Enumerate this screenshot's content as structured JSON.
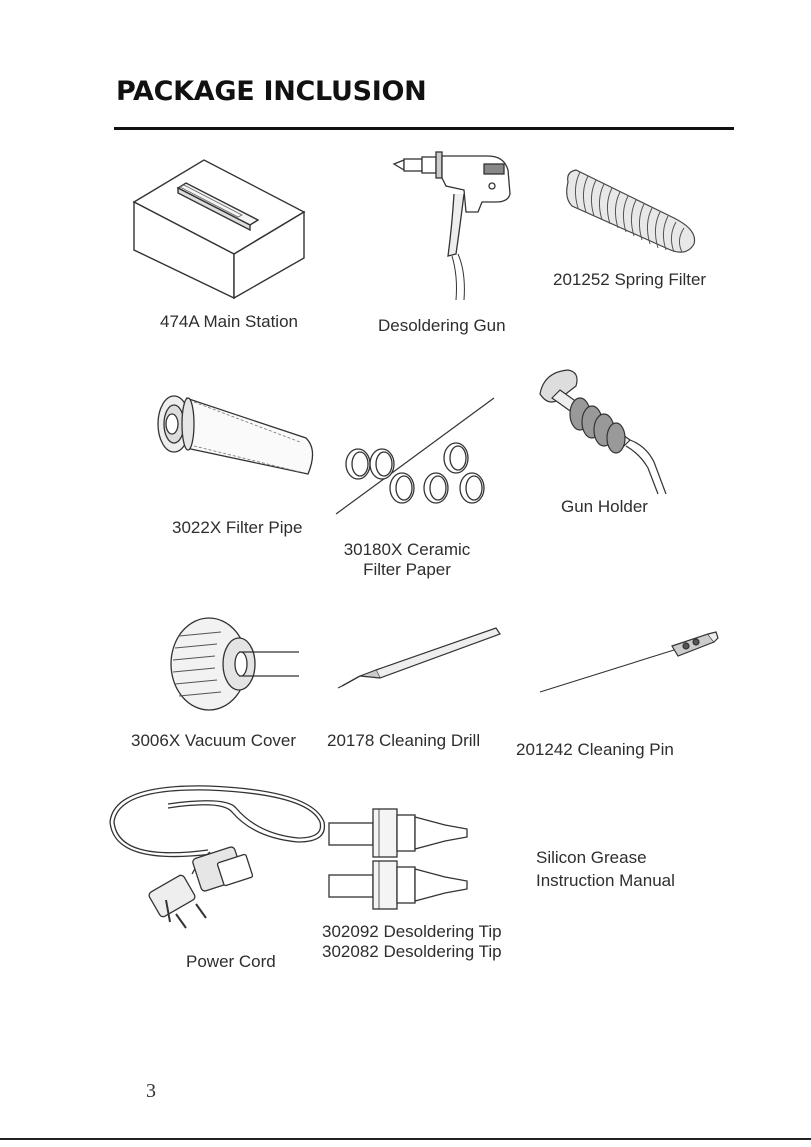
{
  "page": {
    "heading": "PACKAGE INCLUSION",
    "page_number": "3"
  },
  "items": {
    "main_station": "474A Main Station",
    "desoldering_gun": "Desoldering Gun",
    "spring_filter": "201252 Spring Filter",
    "filter_pipe": "3022X Filter Pipe",
    "ceramic_line1": "30180X Ceramic",
    "ceramic_line2": "Filter Paper",
    "gun_holder": "Gun Holder",
    "vacuum_cover": "3006X Vacuum Cover",
    "cleaning_drill": "20178 Cleaning Drill",
    "cleaning_pin": "201242 Cleaning Pin",
    "silicon_grease": "Silicon Grease",
    "instruction_manual": "Instruction Manual",
    "power_cord": "Power Cord",
    "tip_1": "302092 Desoldering Tip",
    "tip_2": "302082 Desoldering Tip"
  },
  "icons": {
    "main_station": "box-station-icon",
    "desoldering_gun": "desoldering-gun-icon",
    "spring_filter": "spring-filter-icon",
    "filter_pipe": "filter-pipe-icon",
    "ceramic_filter": "ceramic-filter-icon",
    "gun_holder": "gun-holder-icon",
    "vacuum_cover": "vacuum-cover-icon",
    "cleaning_drill": "cleaning-drill-icon",
    "cleaning_pin": "cleaning-pin-icon",
    "power_cord": "power-cord-icon",
    "desoldering_tips": "desoldering-tips-icon"
  }
}
